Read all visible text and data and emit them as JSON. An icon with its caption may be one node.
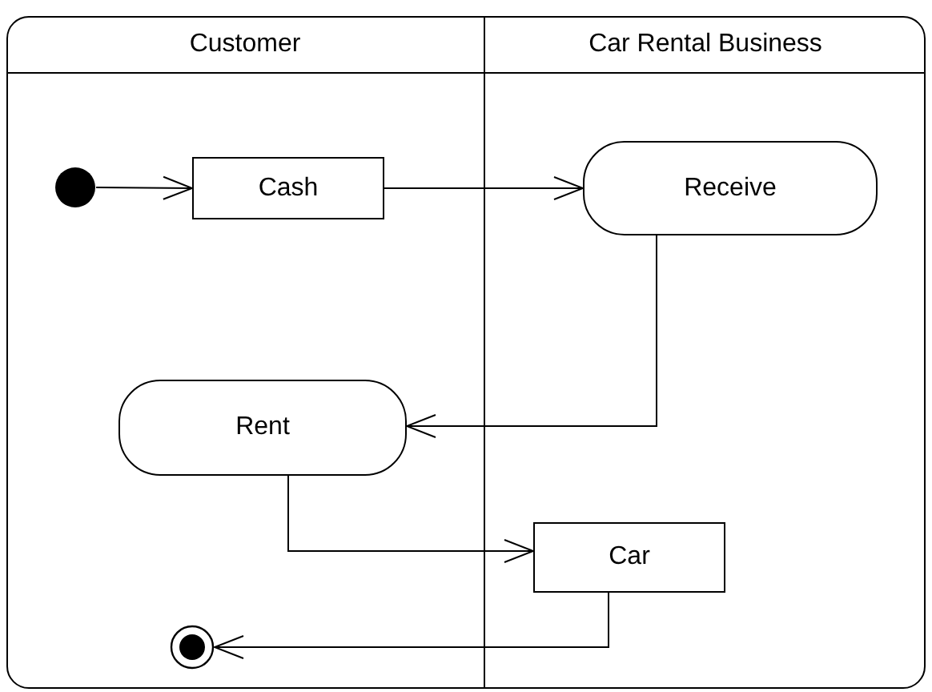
{
  "diagram": {
    "nodes": [
      {
        "text": [
          "Customer"
        ]
      },
      {
        "text": [
          "Car Rental Business"
        ]
      },
      {
        "text": [],
        "shape": "circle",
        "in": 0
      },
      {
        "text": [
          "Cash"
        ],
        "in": 0
      },
      {
        "text": [
          "Receive"
        ],
        "in": 1
      },
      {
        "text": [
          "Rent"
        ],
        "in": 0
      },
      {
        "text": [
          "Car"
        ],
        "in": 1
      },
      {
        "text": [],
        "shape": "bullseye",
        "in": 0
      }
    ],
    "edges": [
      {
        "from": 2,
        "to": 3,
        "arrow": "to"
      },
      {
        "from": 3,
        "to": 4,
        "arrow": "to"
      },
      {
        "from": 4,
        "to": 5,
        "arrow": "to"
      },
      {
        "from": 5,
        "to": 6,
        "arrow": "to"
      },
      {
        "from": 6,
        "to": 7,
        "arrow": "to"
      }
    ]
  }
}
